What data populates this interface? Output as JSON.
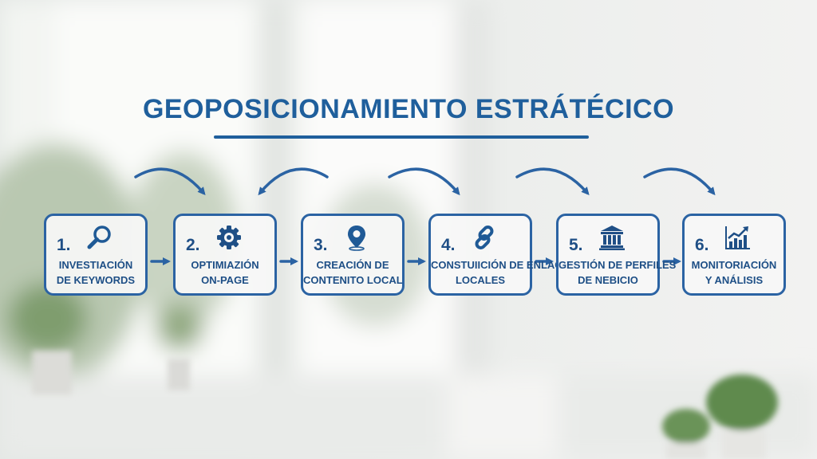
{
  "title": "GEOPOSICIONAMIENTO ESTRÁTÉCICO",
  "steps": [
    {
      "num": "1.",
      "line1": "INVESTIACIÓN",
      "line2": "DE KEYWORDS",
      "icon": "magnifier-icon"
    },
    {
      "num": "2.",
      "line1": "OPTIMIAZIÓN",
      "line2": "ON-PAGE",
      "icon": "gear-icon"
    },
    {
      "num": "3.",
      "line1": "CREACIÓN DE",
      "line2": "CONTENITO LOCAL",
      "icon": "location-pin-icon"
    },
    {
      "num": "4.",
      "line1": "CONSTUIICIÓN DE ENLACES",
      "line2": "LOCALES",
      "icon": "chain-link-icon"
    },
    {
      "num": "5.",
      "line1": "GESTIÓN DE PERFILES",
      "line2": "DE NEBICIO",
      "icon": "bank-building-icon"
    },
    {
      "num": "6.",
      "line1": "MONITORIACIÓN",
      "line2": "Y ANÁLISIS",
      "icon": "growth-chart-icon"
    }
  ],
  "colors": {
    "accent": "#2b63a3",
    "text": "#1e4f86",
    "card": "#f7f7f7"
  }
}
